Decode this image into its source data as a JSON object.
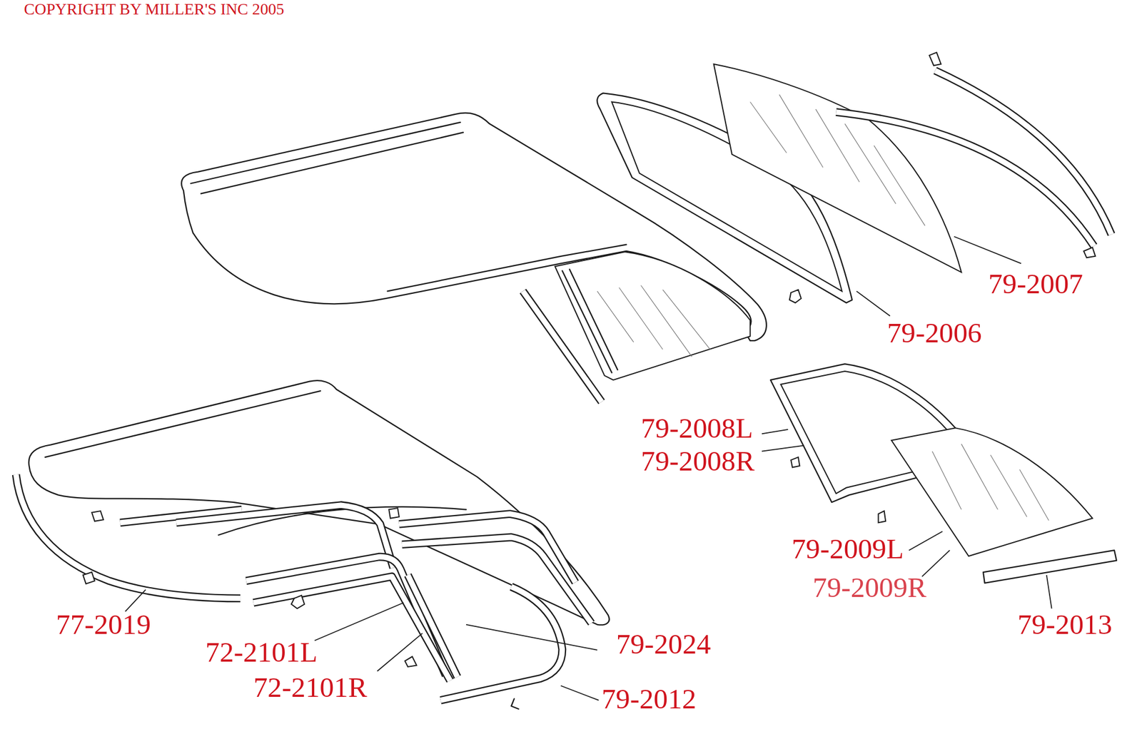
{
  "diagram": {
    "labels": [
      "COPYRIGHT BY MILLER'S INC 2005",
      "79-2007",
      "79-2006",
      "79-2008L",
      "79-2008R",
      "79-2009L",
      "79-2009R",
      "79-2013",
      "77-2019",
      "79-2024",
      "72-2101L",
      "72-2101R",
      "79-2012"
    ]
  }
}
